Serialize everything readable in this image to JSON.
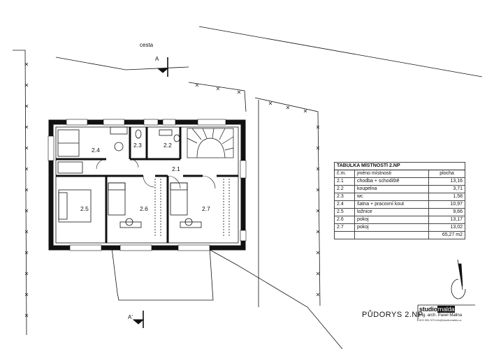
{
  "site": {
    "road_label": "cesta"
  },
  "section_marks": {
    "top": "A",
    "bottom": "A'"
  },
  "rooms": [
    {
      "id": "2.1"
    },
    {
      "id": "2.2"
    },
    {
      "id": "2.3"
    },
    {
      "id": "2.4"
    },
    {
      "id": "2.5"
    },
    {
      "id": "2.6"
    },
    {
      "id": "2.7"
    }
  ],
  "table": {
    "title": "TABULKA MÍSTNOSTÍ 2.NP",
    "headers": [
      "č.m.",
      "jméno místnosti",
      "plocha"
    ],
    "rows": [
      [
        "2.1",
        "chodba + schodiště",
        "13,16"
      ],
      [
        "2.2",
        "koupelna",
        "3,71"
      ],
      [
        "2.3",
        "wc",
        "1,58"
      ],
      [
        "2.4",
        "šatna + pracovní kout",
        "10,97"
      ],
      [
        "2.5",
        "ložnice",
        "9,66"
      ],
      [
        "2.6",
        "pokoj",
        "13,17"
      ],
      [
        "2.7",
        "pokoj",
        "13,02"
      ]
    ],
    "total": "65,27 m2"
  },
  "drawing_title": "PŮDORYS 2.NP",
  "logo": {
    "brand_a": "studio",
    "brand_b": "malda",
    "author": "Ing. arch. Pavel Malina",
    "contact": "603 906 979  info@studiomalda.cz"
  }
}
